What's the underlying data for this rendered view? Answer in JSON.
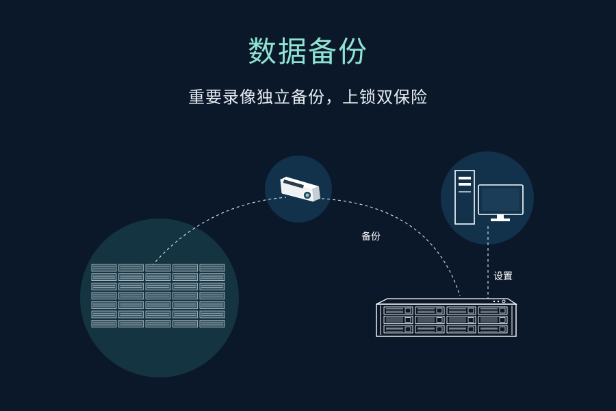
{
  "header": {
    "title": "数据备份",
    "subtitle": "重要录像独立备份，上锁双保险"
  },
  "diagram": {
    "backup_label": "备份",
    "settings_label": "设置"
  },
  "icons": {
    "camera": "security-camera-icon",
    "computer": "desktop-computer-icon",
    "nas": "rack-server-icon",
    "storage": "storage-array-icon"
  },
  "colors": {
    "background": "#0b1829",
    "title": "#8fe3d3",
    "circle_left": "#153441",
    "circle_small": "#12314a",
    "line": "#cfd8dc"
  }
}
